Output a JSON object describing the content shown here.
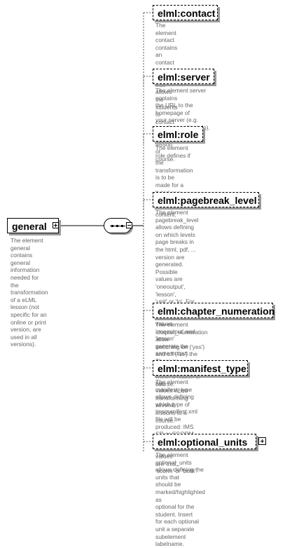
{
  "root": {
    "name": "general",
    "description": "The element general contains general information needed for the transformation of a eLML lesson (not specific for an online or print version, are used in all versions).",
    "description_lines": [
      "The element general",
      "contains general information",
      "needed for the",
      "transformation of a eLML",
      "lesson (not specific for an",
      "online or print version, are",
      "used in all versions)."
    ]
  },
  "compositor": {
    "kind": "sequence",
    "icon": "sequence-compositor-icon"
  },
  "children": [
    {
      "name": "elml:contact",
      "description_lines": [
        "The element contact contains",
        "an contact email address that",
        "allows the students to",
        "contact the tutor of a lesson",
        "or course."
      ]
    },
    {
      "name": "elml:server",
      "description_lines": [
        "The element server contains",
        "the URL to the homepage of",
        "your server (e.g.",
        "http://www.gitta.info)."
      ]
    },
    {
      "name": "elml:role",
      "description_lines": [
        "The element role defines if",
        "the transformation is to be",
        "made for a 'tutor' or a",
        "'student' view of the",
        "content."
      ]
    },
    {
      "name": "elml:pagebreak_level",
      "description_lines": [
        "The element pagebreak_level",
        "allows defining on which levels",
        "page breaks in the html, pdf, ...",
        "version are generated. Possible",
        "values are 'oneoutput', 'lesson',",
        "'unit' or 'lo'. For a single lesson the",
        "values 'oneoutput' and 'lesson'",
        "generate the same output. There is",
        "a difference between these two",
        "values when transforming several",
        "lessons to a course."
      ]
    },
    {
      "name": "elml:chapter_numeration",
      "description_lines": [
        "The element chapter_numeration allow",
        "switching on ('yes') and off ('no') the",
        "numeration of the chapters, units, ...",
        "within a lesson or course."
      ]
    },
    {
      "name": "elml:manifest_type",
      "description_lines": [
        "The element manifest_type",
        "allows defining which type of",
        "imsmanifest.xml file will be",
        "produced: IMS CP or SCORM",
        "compatible. Accepted values",
        "are 'ims', 'scorm' or 'both'."
      ]
    },
    {
      "name": "elml:optional_units",
      "has_children": true,
      "description_lines": [
        "The element optional_units",
        "allows defining the units that",
        "should be marked/highlighted as",
        "optional for the student. Insert",
        "for each optional unit a separate",
        "subelement labelname."
      ]
    }
  ],
  "colors": {
    "line": "#000000",
    "dashed": "#555555",
    "description_text": "#666666",
    "shadow": "#9a9a9a"
  }
}
